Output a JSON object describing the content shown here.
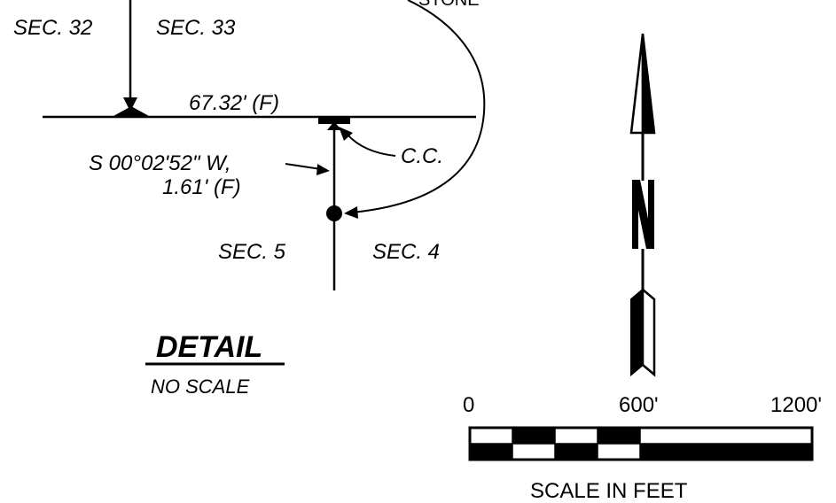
{
  "detail": {
    "sections": {
      "sec_32": "SEC. 32",
      "sec_33": "SEC. 33",
      "sec_5": "SEC. 5",
      "sec_4": "SEC. 4"
    },
    "distance_label": "67.32' (F)",
    "bearing_line1": "S 00°02'52\" W,",
    "bearing_line2": "1.61' (F)",
    "corner_label": "C.C.",
    "stone_label": "STONE",
    "title": "DETAIL",
    "subtitle": "NO SCALE"
  },
  "north_arrow": {
    "letter": "N"
  },
  "scale_bar": {
    "ticks": [
      "0",
      "600'",
      "1200'"
    ],
    "caption": "SCALE IN FEET"
  },
  "colors": {
    "ink": "#000000",
    "paper": "#ffffff"
  }
}
